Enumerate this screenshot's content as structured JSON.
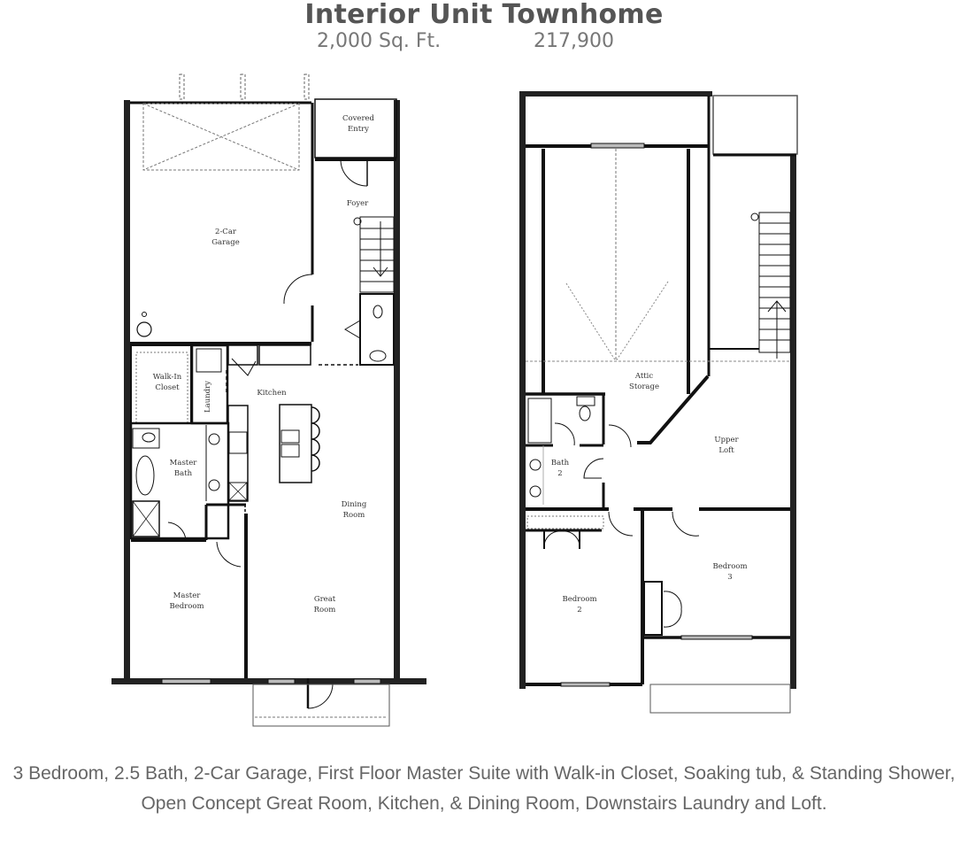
{
  "header": {
    "title": "Interior Unit Townhome",
    "square_feet": "2,000 Sq. Ft.",
    "price": "217,900"
  },
  "first_floor": {
    "rooms": {
      "covered_entry": [
        "Covered",
        "Entry"
      ],
      "foyer": [
        "Foyer"
      ],
      "garage": [
        "2-Car",
        "Garage"
      ],
      "walk_in_closet": [
        "Walk-In",
        "Closet"
      ],
      "laundry": [
        "Laundry"
      ],
      "kitchen": [
        "Kitchen"
      ],
      "master_bath": [
        "Master",
        "Bath"
      ],
      "dining_room": [
        "Dining",
        "Room"
      ],
      "master_bedroom": [
        "Master",
        "Bedroom"
      ],
      "great_room": [
        "Great",
        "Room"
      ]
    }
  },
  "second_floor": {
    "rooms": {
      "attic_storage": [
        "Attic",
        "Storage"
      ],
      "bath_2": [
        "Bath",
        "2"
      ],
      "upper_loft": [
        "Upper",
        "Loft"
      ],
      "bedroom_3": [
        "Bedroom",
        "3"
      ],
      "bedroom_2": [
        "Bedroom",
        "2"
      ]
    }
  },
  "description": "3 Bedroom, 2.5 Bath, 2-Car Garage, First Floor Master Suite with Walk-in Closet, Soaking tub, & Standing Shower, Open Concept Great Room, Kitchen, & Dining Room, Downstairs Laundry and Loft."
}
